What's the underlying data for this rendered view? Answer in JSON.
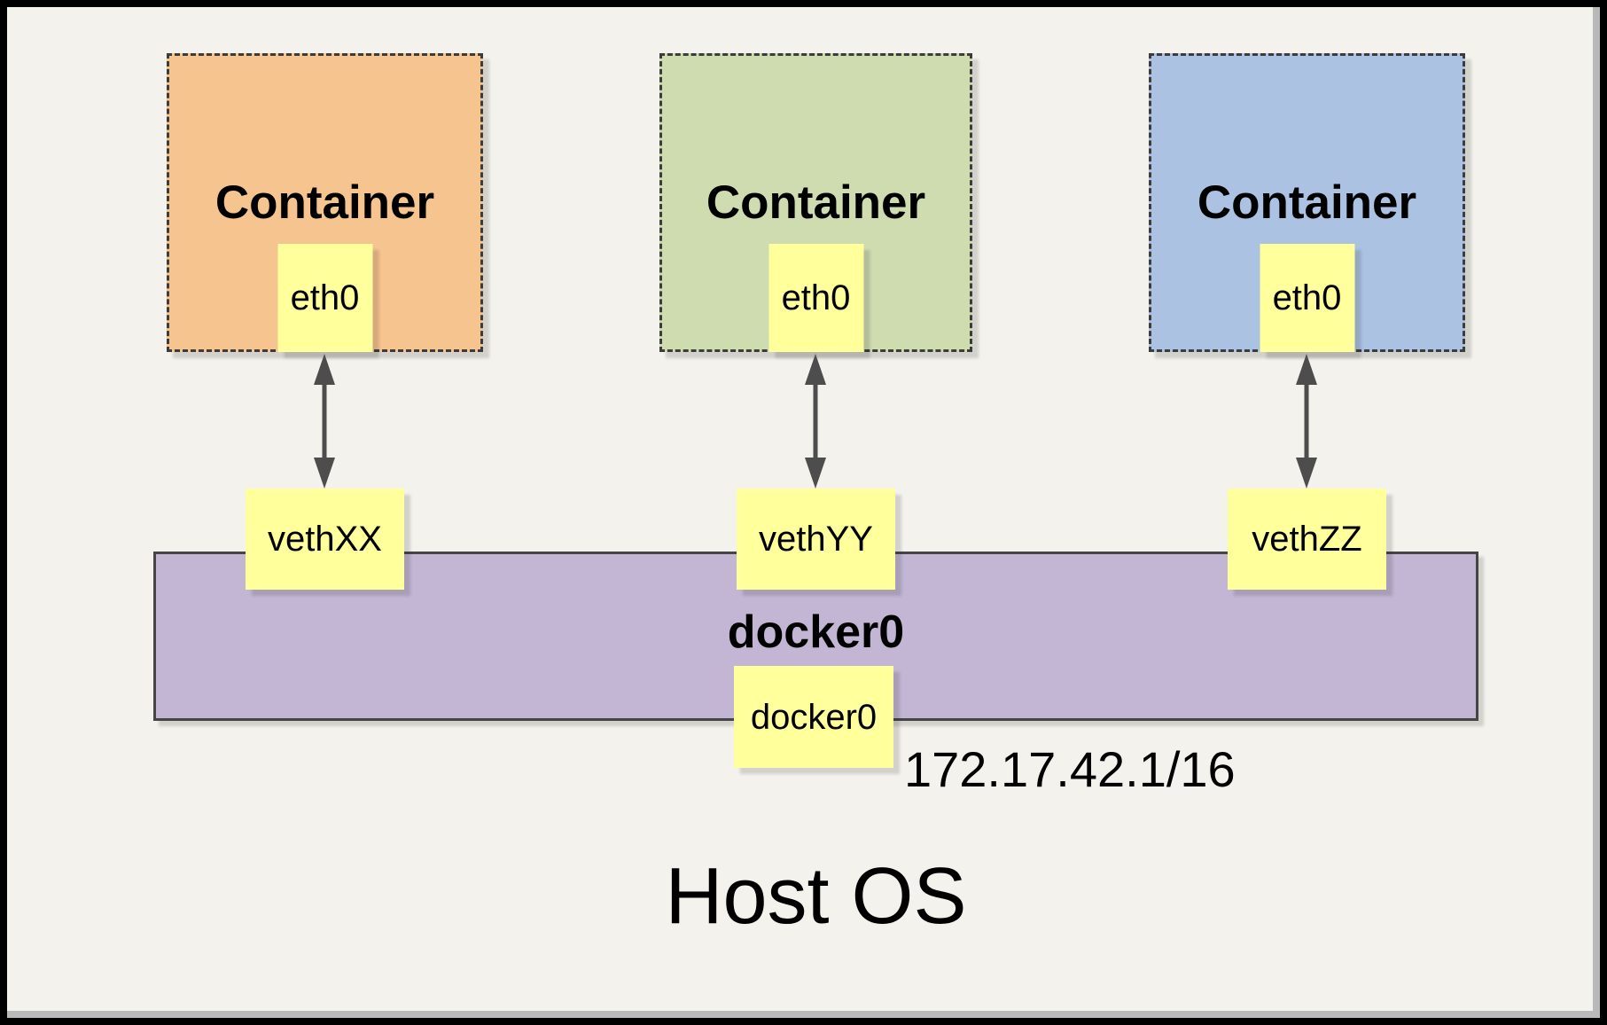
{
  "containers": [
    {
      "label": "Container",
      "interface_label": "eth0",
      "fill": "#f6c48e"
    },
    {
      "label": "Container",
      "interface_label": "eth0",
      "fill": "#cfdcb0"
    },
    {
      "label": "Container",
      "interface_label": "eth0",
      "fill": "#abc2e2"
    }
  ],
  "veth_labels": [
    "vethXX",
    "vethYY",
    "vethZZ"
  ],
  "bridge": {
    "label": "docker0",
    "interface_label": "docker0",
    "ip": "172.17.42.1/16",
    "fill": "#c2b6d4"
  },
  "host_label": "Host OS",
  "colors": {
    "note_fill": "#ffff9c",
    "background": "#f4f2ec",
    "arrow": "#4d4d4d",
    "dashed_border": "#3c3c3c",
    "frame_border": "#000000",
    "frame_shadow": "#b9b9b9"
  }
}
